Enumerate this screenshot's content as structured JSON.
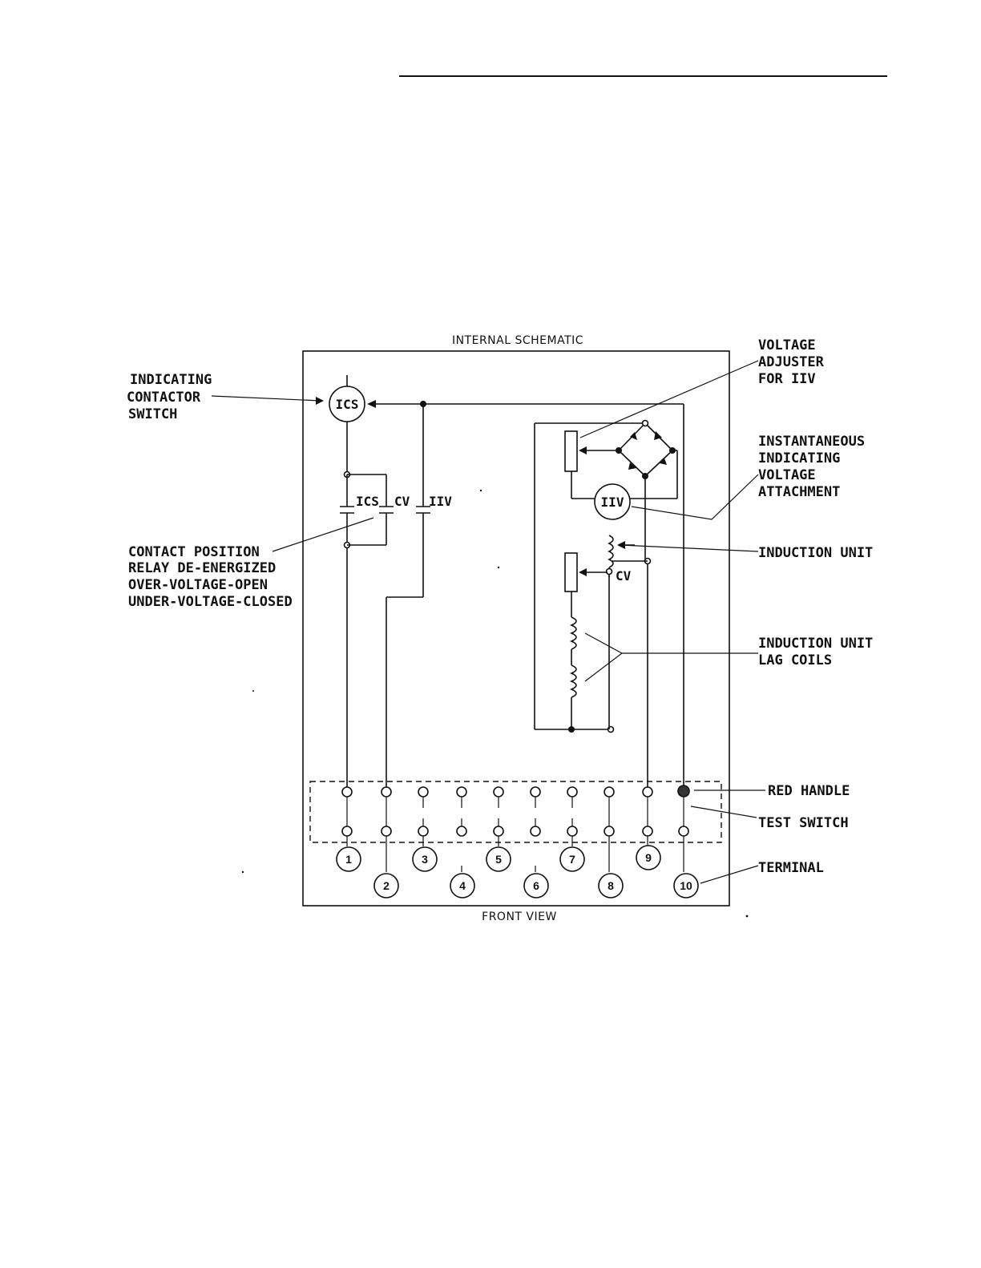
{
  "titles": {
    "top": "INTERNAL SCHEMATIC",
    "bottom": "FRONT VIEW"
  },
  "components": {
    "ics_coil": "ICS",
    "contact_ics": "ICS",
    "contact_cv": "CV",
    "contact_iiv": "IIV",
    "iiv_unit": "IIV",
    "cv_unit": "CV"
  },
  "callouts": {
    "indicating_contactor": [
      "INDICATING",
      "CONTACTOR",
      "SWITCH"
    ],
    "contact_position": [
      "CONTACT POSITION",
      "RELAY DE-ENERGIZED",
      "OVER-VOLTAGE-OPEN",
      "UNDER-VOLTAGE-CLOSED"
    ],
    "voltage_adjuster": [
      "VOLTAGE",
      "ADJUSTER",
      "FOR IIV"
    ],
    "instantaneous": [
      "INSTANTANEOUS",
      "INDICATING",
      "VOLTAGE",
      "ATTACHMENT"
    ],
    "induction_unit": "INDUCTION UNIT",
    "lag_coils": [
      "INDUCTION UNIT",
      "LAG COILS"
    ],
    "red_handle": "RED HANDLE",
    "test_switch": "TEST SWITCH",
    "terminal": "TERMINAL"
  },
  "terminals": [
    "1",
    "2",
    "3",
    "4",
    "5",
    "6",
    "7",
    "8",
    "9",
    "10"
  ],
  "colors": {
    "ink": "#111111",
    "paper": "#ffffff"
  }
}
